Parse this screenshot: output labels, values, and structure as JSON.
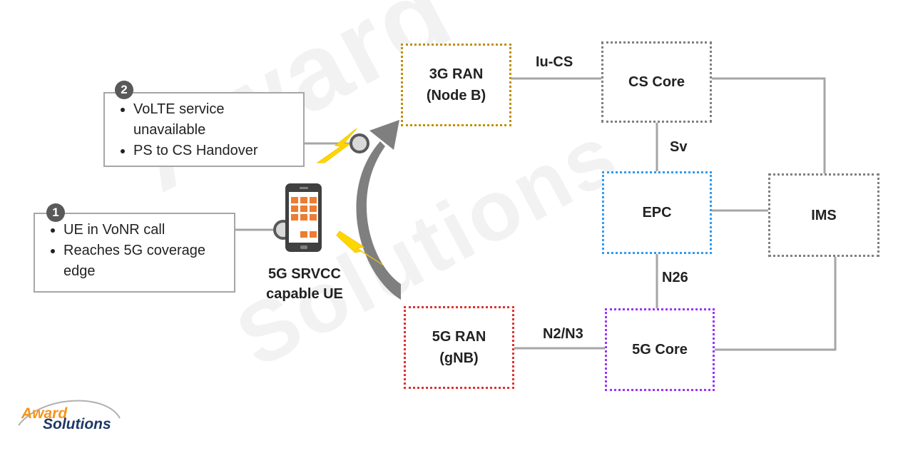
{
  "nodes": {
    "ran3g": {
      "line1": "3G RAN",
      "line2": "(Node B)",
      "border": "#bf9000"
    },
    "cs_core": {
      "label": "CS Core",
      "border": "#808080"
    },
    "epc": {
      "label": "EPC",
      "border": "#2e9cf2"
    },
    "ims": {
      "label": "IMS",
      "border": "#808080"
    },
    "ran5g": {
      "line1": "5G RAN",
      "line2": "(gNB)",
      "border": "#e03030"
    },
    "core5g": {
      "label": "5G Core",
      "border": "#9933ff"
    }
  },
  "interfaces": {
    "iu_cs": "Iu-CS",
    "sv": "Sv",
    "n26": "N26",
    "n2n3": "N2/N3"
  },
  "callouts": [
    {
      "badge": "1",
      "items": [
        "UE in VoNR call",
        "Reaches 5G coverage edge"
      ]
    },
    {
      "badge": "2",
      "items": [
        "VoLTE service unavailable",
        "PS to CS Handover"
      ]
    }
  ],
  "ue": {
    "line1": "5G SRVCC",
    "line2": "capable UE"
  },
  "colors": {
    "connector": "#a6a6a6",
    "arrow": "#7f7f7f",
    "lightning": "#ffd700",
    "phone_tiles": "#ed7d31",
    "phone_body": "#404040"
  },
  "logo": {
    "line1": "Award",
    "line2": "Solutions",
    "icon": "swoosh-logo"
  },
  "watermark": {
    "line1": "Award",
    "line2": "Solutions"
  }
}
